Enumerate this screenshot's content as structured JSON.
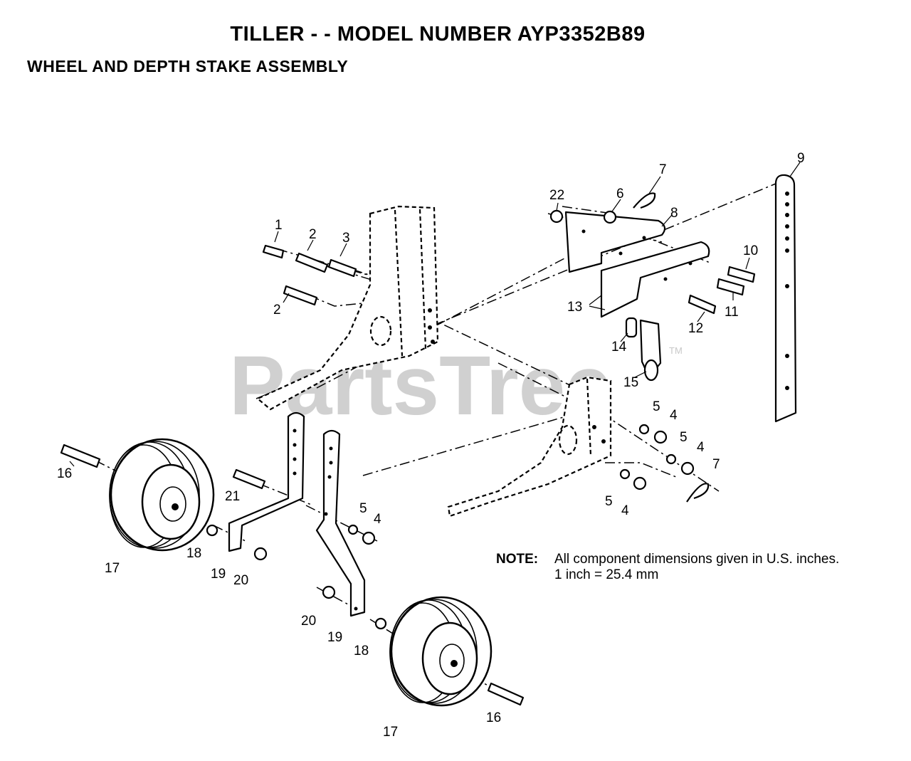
{
  "title": "TILLER - - MODEL NUMBER AYP3352B89",
  "subtitle": "WHEEL AND DEPTH STAKE ASSEMBLY",
  "note": {
    "label": "NOTE:",
    "line1": "All component dimensions given in U.S. inches.",
    "line2": "1 inch = 25.4 mm"
  },
  "watermark": "PartsTree",
  "trademark": "TM",
  "callouts": [
    "1",
    "2",
    "3",
    "2",
    "22",
    "6",
    "7",
    "8",
    "9",
    "10",
    "11",
    "12",
    "13",
    "14",
    "15",
    "5",
    "4",
    "5",
    "4",
    "7",
    "5",
    "4",
    "16",
    "21",
    "5",
    "4",
    "18",
    "19",
    "20",
    "17",
    "20",
    "19",
    "18",
    "16",
    "17"
  ]
}
